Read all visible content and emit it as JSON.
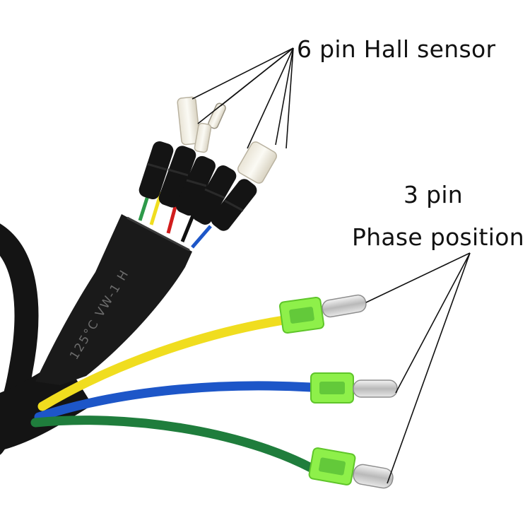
{
  "labels": {
    "hall_sensor": "6 pin Hall sensor",
    "three_pin": "3 pin",
    "phase_position": "Phase position"
  },
  "sleeve_text": "125°C VW-1 H",
  "colors": {
    "cable_black": "#141414",
    "wire_yellow": "#f0dd1f",
    "wire_blue": "#1d56c8",
    "wire_green": "#1f7d3c",
    "wire_red": "#d11d1d",
    "connector_green": "#8ef04a",
    "label_text": "#111111"
  }
}
